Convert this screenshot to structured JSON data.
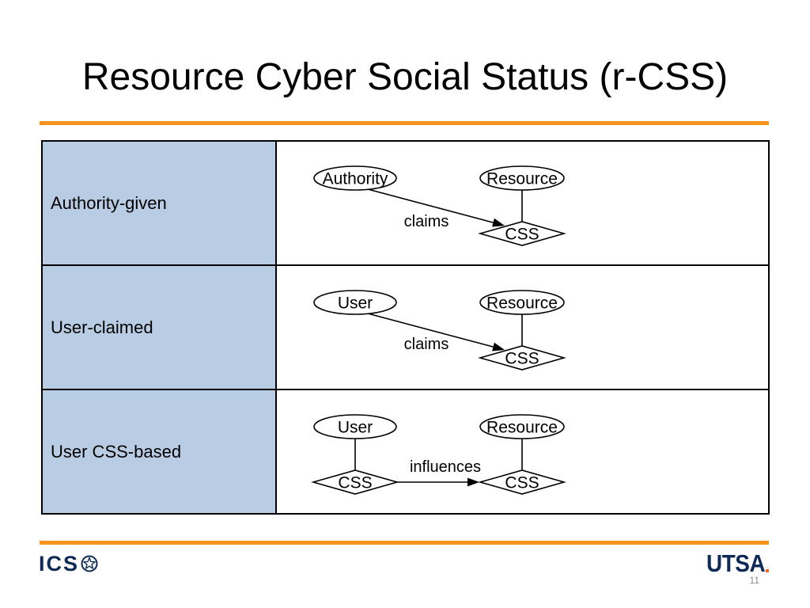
{
  "slide": {
    "title": "Resource Cyber Social Status (r-CSS)",
    "page_number": "11"
  },
  "table": {
    "rows": [
      {
        "label": "Authority-given",
        "diagram": {
          "source_node": "Authority",
          "resource_node": "Resource",
          "status_node": "CSS",
          "edge_label": "claims"
        }
      },
      {
        "label": "User-claimed",
        "diagram": {
          "source_node": "User",
          "resource_node": "Resource",
          "status_node": "CSS",
          "edge_label": "claims"
        }
      },
      {
        "label": "User CSS-based",
        "diagram": {
          "source_node": "User",
          "source_status_node": "CSS",
          "resource_node": "Resource",
          "status_node": "CSS",
          "edge_label": "influences"
        }
      }
    ]
  },
  "footer": {
    "left_logo": {
      "text": "ICS",
      "icon": "star-circle-icon"
    },
    "right_logo": {
      "text": "UTSA"
    }
  },
  "theme": {
    "accent_rule": "#f7941e",
    "label_cell": "#b8cce4",
    "logo_navy": "#0e2a56",
    "logo_orange": "#f26522",
    "page_number": "#8c8c8c"
  }
}
